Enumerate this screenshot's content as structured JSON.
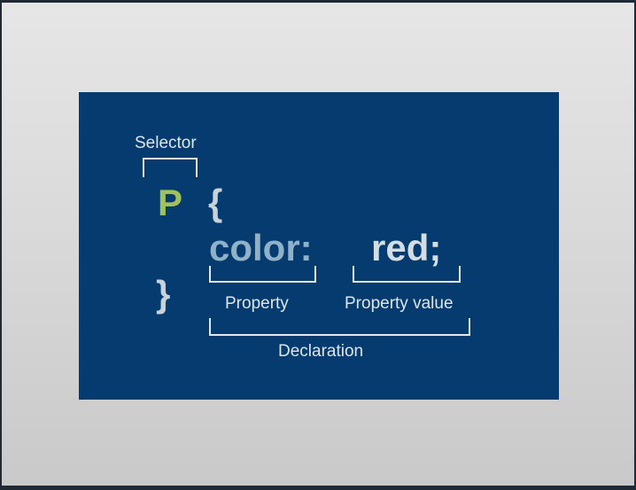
{
  "diagram": {
    "selector_label": "Selector",
    "selector_code": "P",
    "open_brace": "{",
    "property_code": "color:",
    "value_code": "red;",
    "close_brace": "}",
    "property_label": "Property",
    "value_label": "Property value",
    "declaration_label": "Declaration",
    "colors": {
      "slide_background": "#053b6e",
      "selector": "#9fc25c",
      "property": "#8fb2c9",
      "value": "#d3dde4",
      "brace": "#c7d2da",
      "bracket": "#e1e8ee"
    }
  }
}
